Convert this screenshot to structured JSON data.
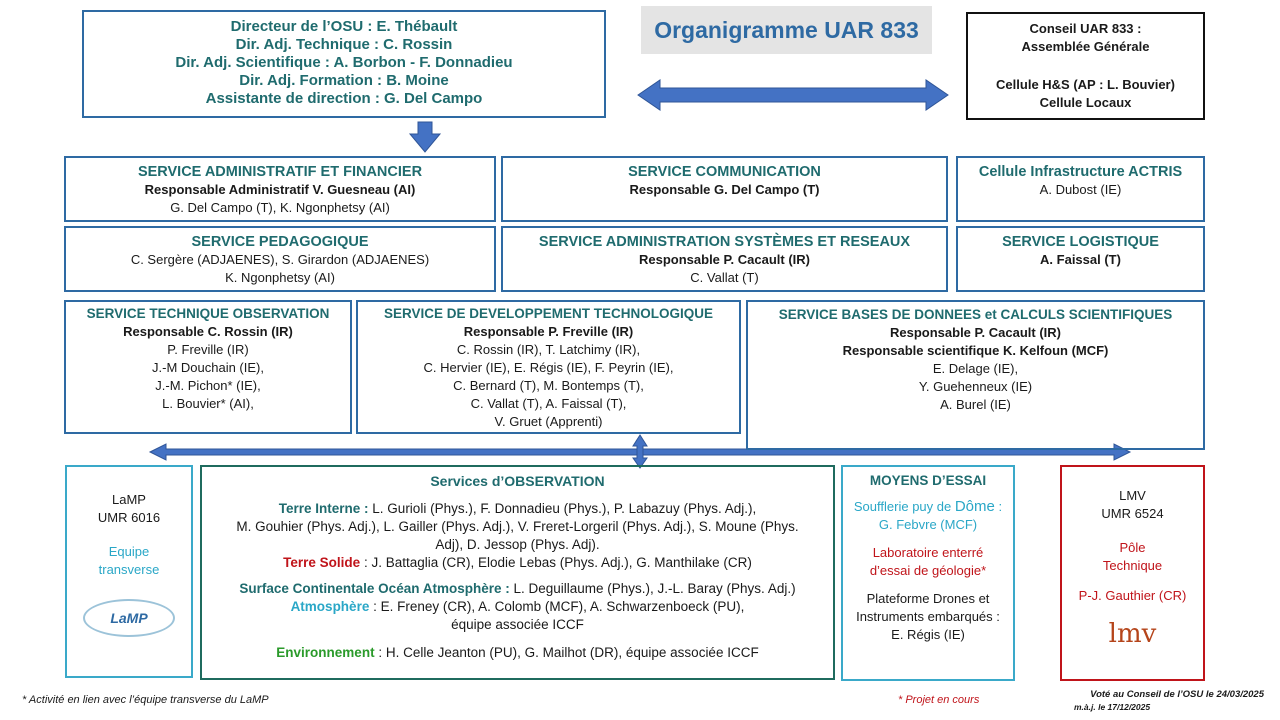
{
  "title": "Organigramme UAR 833",
  "direction": {
    "lines": [
      "Directeur de l’OSU : E. Thébault",
      "Dir. Adj. Technique : C. Rossin",
      "Dir. Adj. Scientifique : A. Borbon - F. Donnadieu",
      "Dir. Adj. Formation : B. Moine",
      "Assistante de direction : G. Del Campo"
    ]
  },
  "conseil": {
    "line1": "Conseil  UAR 833 :",
    "line2": "Assemblée Générale",
    "line3": "Cellule H&S (AP : L. Bouvier)",
    "line4": "Cellule Locaux"
  },
  "saf": {
    "title": "SERVICE ADMINISTRATIF ET FINANCIER",
    "resp": "Responsable Administratif V. Guesneau (AI)",
    "members": "G. Del Campo (T), K. Ngonphetsy (AI)"
  },
  "com": {
    "title": "SERVICE COMMUNICATION",
    "resp": "Responsable G. Del Campo (T)"
  },
  "actris": {
    "title": "Cellule Infrastructure ACTRIS",
    "members": "A.  Dubost (IE)"
  },
  "peda": {
    "title": "SERVICE PEDAGOGIQUE",
    "line1": "C. Sergère (ADJAENES), S. Girardon (ADJAENES)",
    "line2": "K. Ngonphetsy (AI)"
  },
  "asr": {
    "title": "SERVICE ADMINISTRATION SYSTÈMES ET RESEAUX",
    "resp": "Responsable P. Cacault (IR)",
    "members": "C. Vallat  (T)"
  },
  "logi": {
    "title": "SERVICE LOGISTIQUE",
    "resp": "A. Faissal (T)"
  },
  "sto": {
    "title": "SERVICE TECHNIQUE OBSERVATION",
    "resp": "Responsable C. Rossin (IR)",
    "members": [
      "P. Freville (IR)",
      "J.-M Douchain (IE),",
      "J.-M. Pichon* (IE),",
      "L. Bouvier* (AI),"
    ]
  },
  "sdt": {
    "title": "SERVICE DE DEVELOPPEMENT TECHNOLOGIQUE",
    "resp": "Responsable P. Freville (IR)",
    "members": [
      "C. Rossin (IR), T. Latchimy (IR),",
      "C. Hervier (IE), E. Régis (IE), F. Peyrin (IE),",
      "C. Bernard (T), M. Bontemps (T),",
      "C. Vallat (T), A. Faissal (T),",
      "V. Gruet (Apprenti)"
    ]
  },
  "sbd": {
    "title": "SERVICE BASES DE DONNEES et CALCULS SCIENTIFIQUES",
    "resp1": "Responsable P. Cacault (IR)",
    "resp2": "Responsable scientifique K. Kelfoun (MCF)",
    "members": [
      "E. Delage (IE),",
      "Y. Guehenneux (IE)",
      "A. Burel (IE)"
    ]
  },
  "lamp": {
    "line1": "LaMP",
    "line2": "UMR 6016",
    "team1": "Equipe",
    "team2": "transverse",
    "logo_text": "LaMP"
  },
  "obs": {
    "title": "Services d’OBSERVATION",
    "ti_label": "Terre Interne :",
    "ti_text1": " L. Gurioli (Phys.), F. Donnadieu (Phys.), P. Labazuy (Phys. Adj.),",
    "ti_text2": "M. Gouhier (Phys. Adj.), L. Gailler (Phys. Adj.), V. Freret-Lorgeril (Phys. Adj.), S. Moune (Phys.",
    "ti_text3": "Adj), D. Jessop (Phys. Adj).",
    "ts_label": "Terre Solide",
    "ts_text": " : J. Battaglia (CR), Elodie Lebas (Phys. Adj.), G. Manthilake (CR)",
    "scoa_label": "Surface Continentale Océan Atmosphère :",
    "scoa_text": " L. Deguillaume (Phys.), J.-L. Baray (Phys. Adj.)",
    "atm_label": "Atmosphère",
    "atm_text1": " : E. Freney (CR), A. Colomb (MCF), A. Schwarzenboeck (PU),",
    "atm_text2": "équipe associée ICCF",
    "env_label": "Environnement",
    "env_text": " : H. Celle Jeanton (PU), G. Mailhot (DR), équipe associée ICCF"
  },
  "essai": {
    "title": "MOYENS D’ESSAI",
    "souff1": "Soufflerie puy de ",
    "souff_dome": "Dôme",
    "souff1b": " :",
    "souff2": "G. Febvre (MCF)",
    "labo1": "Laboratoire enterré",
    "labo2": "d’essai de géologie*",
    "drones1": "Plateforme Drones et",
    "drones2": "Instruments embarqués :",
    "drones3": "E. Régis (IE)"
  },
  "lmv": {
    "line1": "LMV",
    "line2": "UMR 6524",
    "pole1": "Pôle",
    "pole2": "Technique",
    "gauthier": "P-J. Gauthier (CR)",
    "logo_text": "lmv"
  },
  "footer": {
    "note_lamp": "* Activité en lien avec l’équipe transverse du LaMP",
    "note_projet": "* Projet en cours",
    "vote": "Voté au Conseil de l’OSU le 24/03/2025",
    "maj": "m.à.j. le 17/12/2025"
  },
  "colors": {
    "blue_border": "#2e6aa3",
    "teal_border": "#1f6b5e",
    "arrow_blue": "#4472c4",
    "lamp_border": "#3aa9c9",
    "lmv_border": "#c0141a"
  }
}
